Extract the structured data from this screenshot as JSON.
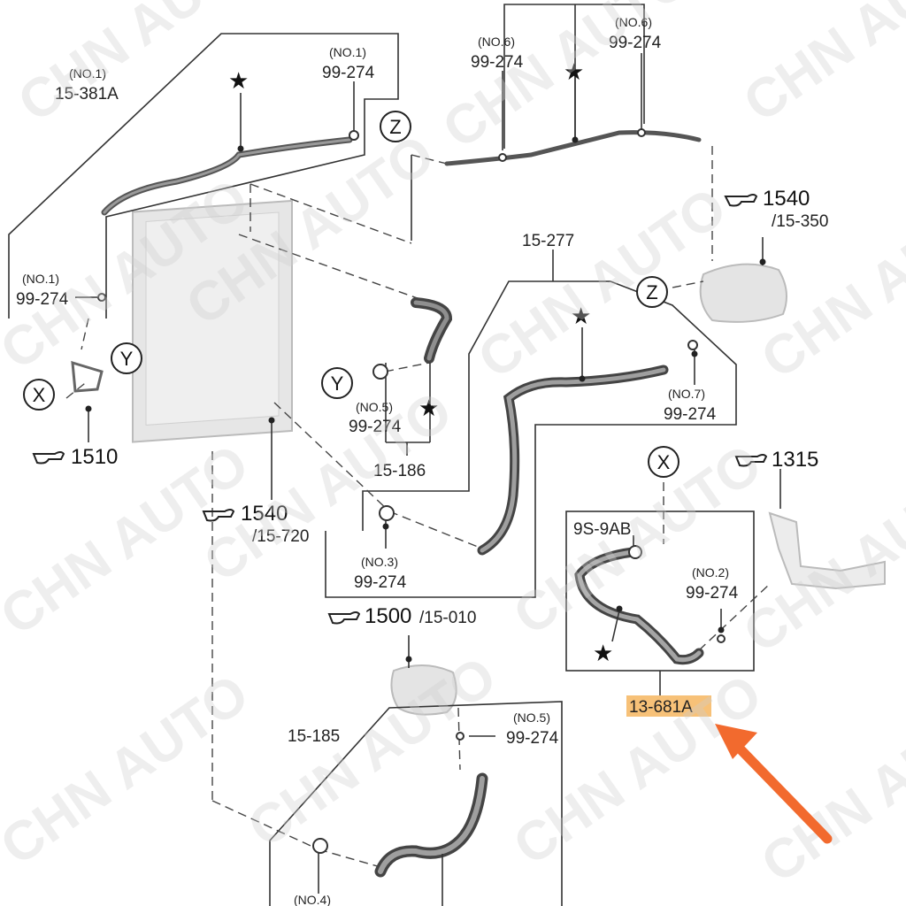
{
  "watermark": "CHN AUTO",
  "colors": {
    "highlight": "#f7c178",
    "arrow": "#f26a2e",
    "line": "#333333"
  },
  "callouts": {
    "no1_hose": "(NO.1)",
    "hose_15_381A": "15-381A",
    "no1_clamp_top": "(NO.1)",
    "clamp_top": "99-274",
    "no1_clamp_left": "(NO.1)",
    "clamp_left": "99-274",
    "no6_a": "(NO.6)",
    "clamp_no6_a": "99-274",
    "no6_b": "(NO.6)",
    "clamp_no6_b": "99-274",
    "hose_15_277": "15-277",
    "no7": "(NO.7)",
    "clamp_no7": "99-274",
    "no5_mid": "(NO.5)",
    "clamp_no5_mid": "99-274",
    "hose_15_186": "15-186",
    "no3": "(NO.3)",
    "clamp_no3": "99-274",
    "part_9S_9AB": "9S-9AB",
    "no2": "(NO.2)",
    "clamp_no2": "99-274",
    "hose_13_681A": "13-681A",
    "no5_bottom": "(NO.5)",
    "clamp_no5_bottom": "99-274",
    "hose_15_185": "15-185",
    "no4": "(NO.4)"
  },
  "refs": {
    "ref_1540_tank": "1540",
    "ref_15_350": "/15-350",
    "ref_1510": "1510",
    "ref_1540_rad": "1540",
    "ref_15_720": "/15-720",
    "ref_1315": "1315",
    "ref_1500": "1500",
    "ref_15_010": "/15-010"
  },
  "markers": {
    "x": "X",
    "y": "Y",
    "z": "Z"
  }
}
